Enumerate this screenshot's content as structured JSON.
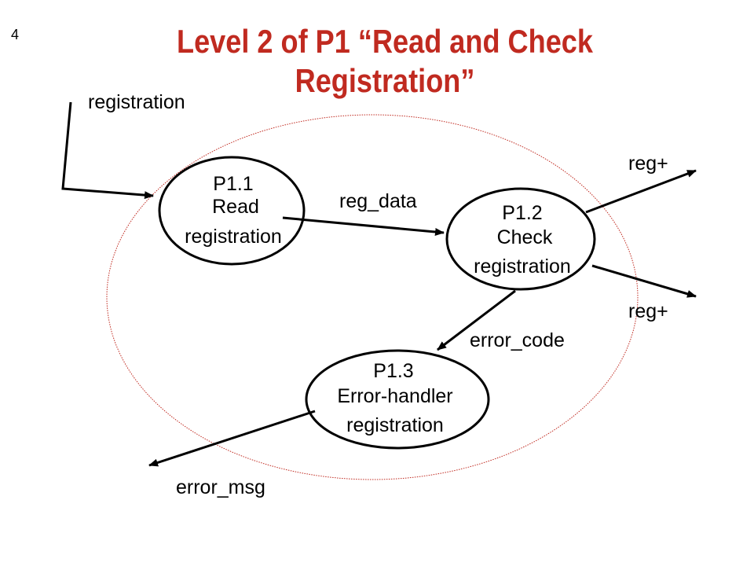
{
  "slide": {
    "number": "4",
    "title_line1": "Level 2 of P1 “Read and Check",
    "title_line2": "Registration”"
  },
  "colors": {
    "title": "#c02a20",
    "boundary": "#c02a20",
    "ink": "#000000"
  },
  "processes": [
    {
      "id": "P1.1",
      "name": "Read",
      "name2": "registration"
    },
    {
      "id": "P1.2",
      "name": "Check",
      "name2": "registration"
    },
    {
      "id": "P1.3",
      "name": "Error-handler",
      "name2": "registration"
    }
  ],
  "flows": {
    "input": "registration",
    "reg_data": "reg_data",
    "out_top": "reg+",
    "out_bottom": "reg+",
    "error_code": "error_code",
    "error_msg": "error_msg"
  }
}
